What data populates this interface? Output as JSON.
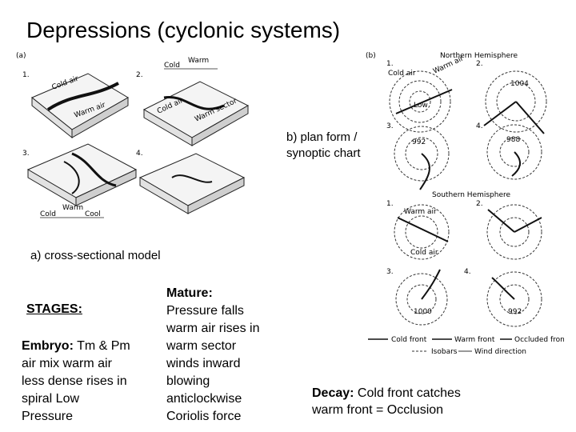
{
  "title": "Depressions (cyclonic systems)",
  "label_b_line1": "b) plan form /",
  "label_b_line2": "synoptic chart",
  "label_a": "a) cross-sectional model",
  "stages_heading": "STAGES:",
  "embryo": {
    "name": "Embryo:",
    "text_line1": " Tm & Pm",
    "text_line2": "air mix warm air",
    "text_line3": "less dense rises in",
    "text_line4": "spiral Low",
    "text_line5": "Pressure"
  },
  "mature": {
    "name": "Mature:",
    "lines": [
      "Pressure falls",
      "warm air rises in",
      "warm sector",
      "winds inward",
      "blowing",
      "anticlockwise",
      "Coriolis force"
    ]
  },
  "decay": {
    "name": "Decay:",
    "text_line1": " Cold front catches",
    "text_line2": "warm front = Occlusion"
  },
  "diagram_a": {
    "panel_label": "(a)",
    "step_numbers": [
      "1.",
      "2.",
      "3.",
      "4."
    ],
    "labels": {
      "cold_air_1": "Cold air",
      "warm_air_1": "Warm air",
      "cold_2": "Cold",
      "warm_2": "Warm",
      "cold_air_2": "Cold air",
      "warm_sector": "Warm sector",
      "cold_3": "Cold",
      "warm_3": "Warm",
      "cool_3": "Cool"
    }
  },
  "diagram_b": {
    "panel_label": "(b)",
    "northern_heading": "Northern Hemisphere",
    "southern_heading": "Southern Hemisphere",
    "step_numbers_north": [
      "1.",
      "2.",
      "3.",
      "4."
    ],
    "step_numbers_south": [
      "1.",
      "2.",
      "3.",
      "4."
    ],
    "labels": {
      "cold_air": "Cold air",
      "warm_air": "Warm air",
      "low": "Low",
      "isobar_1": "1004",
      "isobar_2": "992",
      "isobar_3": "988",
      "isobar_4": "1000"
    },
    "legend": {
      "cold_front": "Cold front",
      "warm_front": "Warm front",
      "occluded_front": "Occluded front",
      "isobars": "Isobars",
      "wind_direction": "Wind direction"
    }
  }
}
